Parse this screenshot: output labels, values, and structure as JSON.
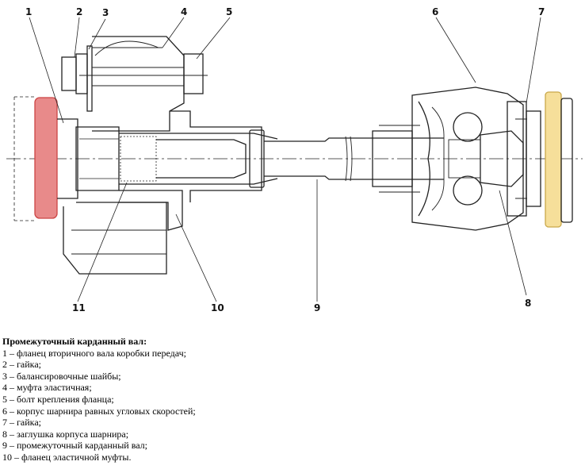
{
  "callouts": {
    "n1": "1",
    "n2": "2",
    "n3": "3",
    "n4": "4",
    "n5": "5",
    "n6": "6",
    "n7": "7",
    "n8": "8",
    "n9": "9",
    "n10": "10",
    "n11": "11"
  },
  "legend": {
    "title": "Промежуточный карданный вал:",
    "items": [
      "1 – фланец вторичного вала коробки передач;",
      "2 – гайка;",
      "3 – балансировочные шайбы;",
      "4 – муфта эластичная;",
      "5 – болт крепления фланца;",
      "6 – корпус шарнира равных угловых скоростей;",
      "7 – гайка;",
      "8 – заглушка корпуса шарнира;",
      "9 – промежуточный карданный вал;",
      "10 – фланец эластичной муфты."
    ]
  },
  "colors": {
    "highlight_red": "#e88a8a",
    "highlight_yellow": "#f6df9a",
    "line": "#222222"
  }
}
